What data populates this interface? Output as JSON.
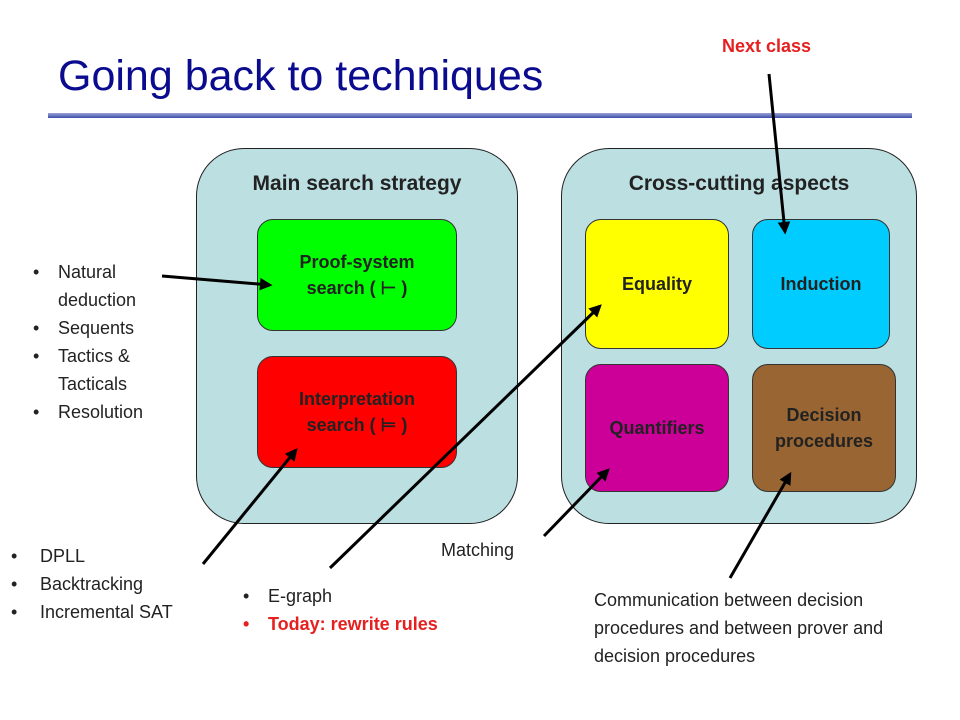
{
  "title": "Going back to techniques",
  "next_class": "Next class",
  "panels": {
    "main": {
      "title": "Main search strategy",
      "boxes": [
        {
          "label": "Proof-system\nsearch ( ⊢ )",
          "color": "#00ff00"
        },
        {
          "label": "Interpretation\nsearch ( ⊨ )",
          "color": "#ff0000"
        }
      ]
    },
    "cross": {
      "title": "Cross-cutting aspects",
      "boxes": [
        {
          "label": "Equality",
          "color": "#ffff00"
        },
        {
          "label": "Induction",
          "color": "#00ccff"
        },
        {
          "label": "Quantifiers",
          "color": "#cc0099"
        },
        {
          "label": "Decision\nprocedures",
          "color": "#996633"
        }
      ]
    }
  },
  "proof_list": [
    "Natural\ndeduction",
    "Sequents",
    "Tactics &\nTacticals",
    "Resolution"
  ],
  "interp_list": [
    "DPLL",
    "Backtracking",
    "Incremental SAT"
  ],
  "equality_list": [
    "E-graph",
    "Today: rewrite rules"
  ],
  "matching_label": "Matching",
  "communication_text": "Communication between decision procedures and between prover and decision procedures",
  "colors": {
    "title": "#0b0b8f",
    "panel": "#bcdfe2",
    "highlight": "#e61f1f"
  }
}
